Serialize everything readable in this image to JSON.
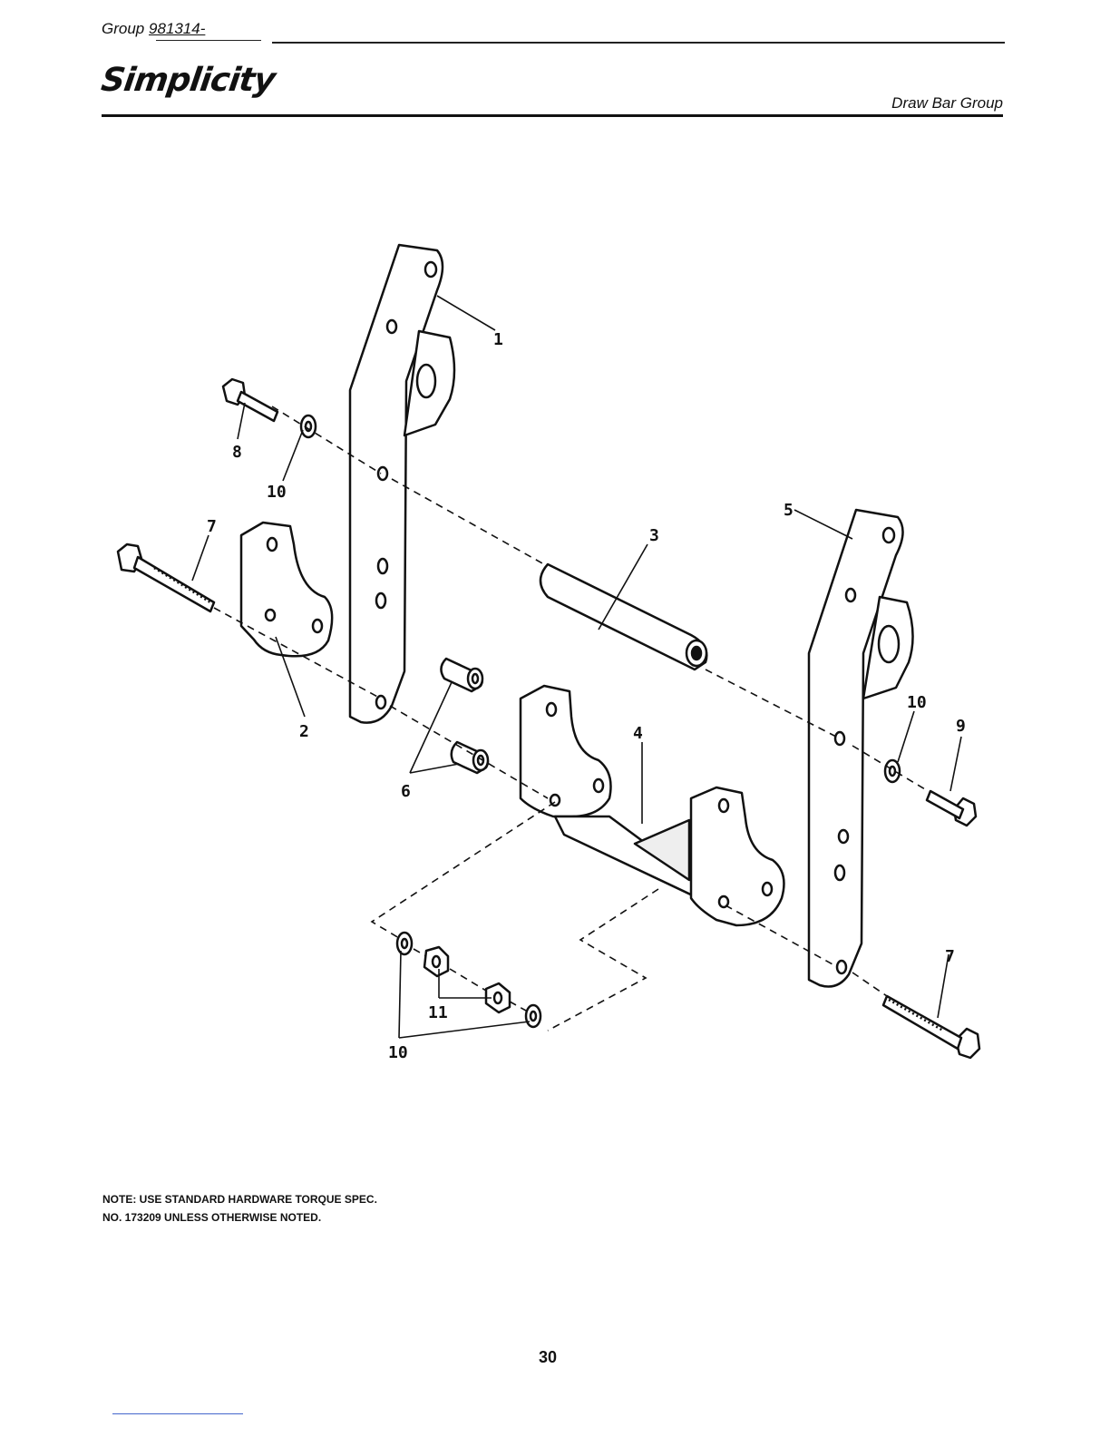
{
  "header": {
    "group_prefix": "Group",
    "group_number": "981314-",
    "brand": "Simplicity",
    "section_title": "Draw Bar Group"
  },
  "callouts": {
    "c1": "1",
    "c2": "2",
    "c3": "3",
    "c4": "4",
    "c5": "5",
    "c6": "6",
    "c7a": "7",
    "c7b": "7",
    "c8": "8",
    "c9": "9",
    "c10a": "10",
    "c10b": "10",
    "c10c": "10",
    "c11": "11"
  },
  "note": "NOTE: USE STANDARD HARDWARE TORQUE SPEC. NO. 173209 UNLESS OTHERWISE NOTED.",
  "page_number": "30"
}
